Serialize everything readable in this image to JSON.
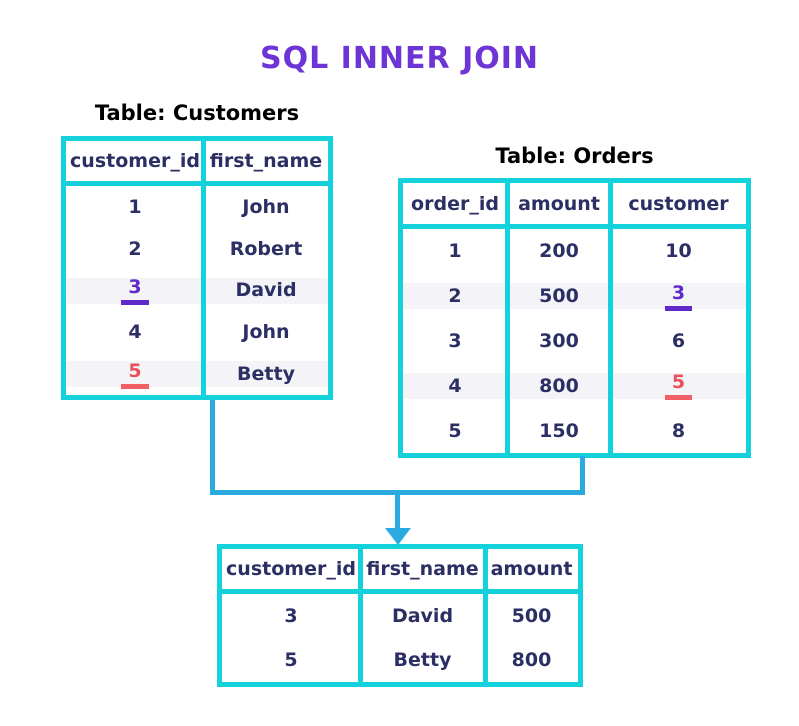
{
  "title": "SQL INNER JOIN",
  "colors": {
    "table_border_cyan": "#15d1dc",
    "connector_blue": "#29abe2",
    "text_navy": "#2c2f63",
    "title_purple": "#6d34d6",
    "key_purple": "#5f2ac9",
    "key_red": "#e8505a",
    "key_red_underline": "#ef5f63",
    "highlight_row_bg": "#f4f4f8"
  },
  "tables": {
    "customers": {
      "label": "Table: Customers",
      "columns": [
        "customer_id",
        "first_name"
      ],
      "rows": [
        {
          "highlight": false,
          "cells": [
            {
              "text": "1"
            },
            {
              "text": "John"
            }
          ]
        },
        {
          "highlight": false,
          "cells": [
            {
              "text": "2"
            },
            {
              "text": "Robert"
            }
          ]
        },
        {
          "highlight": true,
          "cells": [
            {
              "text": "3",
              "key": "purple"
            },
            {
              "text": "David"
            }
          ]
        },
        {
          "highlight": false,
          "cells": [
            {
              "text": "4"
            },
            {
              "text": "John"
            }
          ]
        },
        {
          "highlight": true,
          "cells": [
            {
              "text": "5",
              "key": "red"
            },
            {
              "text": "Betty"
            }
          ]
        }
      ]
    },
    "orders": {
      "label": "Table: Orders",
      "columns": [
        "order_id",
        "amount",
        "customer"
      ],
      "rows": [
        {
          "highlight": false,
          "cells": [
            {
              "text": "1"
            },
            {
              "text": "200"
            },
            {
              "text": "10"
            }
          ]
        },
        {
          "highlight": true,
          "cells": [
            {
              "text": "2"
            },
            {
              "text": "500"
            },
            {
              "text": "3",
              "key": "purple"
            }
          ]
        },
        {
          "highlight": false,
          "cells": [
            {
              "text": "3"
            },
            {
              "text": "300"
            },
            {
              "text": "6"
            }
          ]
        },
        {
          "highlight": true,
          "cells": [
            {
              "text": "4"
            },
            {
              "text": "800"
            },
            {
              "text": "5",
              "key": "red"
            }
          ]
        },
        {
          "highlight": false,
          "cells": [
            {
              "text": "5"
            },
            {
              "text": "150"
            },
            {
              "text": "8"
            }
          ]
        }
      ]
    },
    "result": {
      "label": "",
      "columns": [
        "customer_id",
        "first_name",
        "amount"
      ],
      "rows": [
        {
          "highlight": false,
          "cells": [
            {
              "text": "3"
            },
            {
              "text": "David"
            },
            {
              "text": "500"
            }
          ]
        },
        {
          "highlight": false,
          "cells": [
            {
              "text": "5"
            },
            {
              "text": "Betty"
            },
            {
              "text": "800"
            }
          ]
        }
      ]
    }
  }
}
